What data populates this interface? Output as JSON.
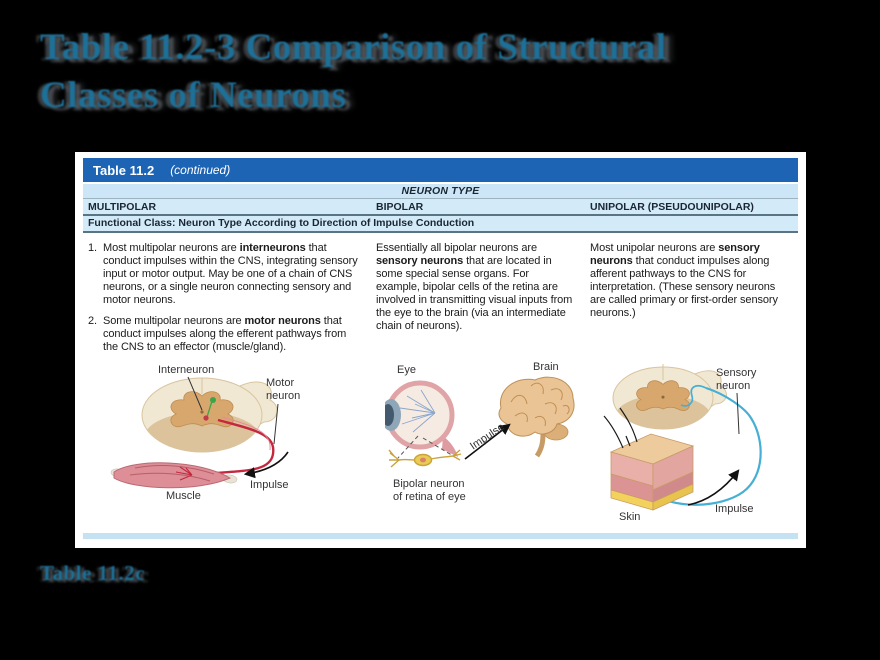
{
  "slide": {
    "title_line1": "Table 11.2-3  Comparison of Structural",
    "title_line2": "Classes of Neurons",
    "caption": "Table 11.2c"
  },
  "table": {
    "titlebar": {
      "title": "Table 11.2",
      "continued": "(continued)"
    },
    "neuron_type_label": "NEURON TYPE",
    "columns": [
      "MULTIPOLAR",
      "BIPOLAR",
      "UNIPOLAR (PSEUDOUNIPOLAR)"
    ],
    "functional_class": "Functional Class: Neuron Type According to Direction of Impulse Conduction",
    "multipolar": {
      "items": [
        {
          "num": "1.",
          "pre": "Most multipolar neurons are ",
          "bold": "interneurons",
          "post": " that conduct impulses within the CNS, integrating sensory input or motor output. May be one of a chain of CNS neurons, or a single neuron connecting sensory and motor neurons."
        },
        {
          "num": "2.",
          "pre": "Some multipolar neurons are ",
          "bold": "motor neurons",
          "post": " that conduct impulses along the efferent pathways from the CNS to an effector (muscle/gland)."
        }
      ]
    },
    "bipolar": {
      "pre": "Essentially all bipolar neurons are ",
      "bold": "sensory neurons",
      "post": " that are located in some special sense organs. For example, bipolar cells of the retina are involved in transmitting visual inputs from the eye to the brain (via an intermediate chain of neurons)."
    },
    "unipolar": {
      "pre": "Most unipolar neurons are ",
      "bold": "sensory neurons",
      "post": " that conduct impulses along afferent pathways to the CNS for interpretation. (These sensory neurons are called primary or first-order sensory neurons.)"
    }
  },
  "illustrations": {
    "multipolar": {
      "interneuron": "Interneuron",
      "motor_line1": "Motor",
      "motor_line2": "neuron",
      "impulse": "Impulse",
      "muscle": "Muscle"
    },
    "bipolar": {
      "eye": "Eye",
      "brain": "Brain",
      "impulse": "Impulse",
      "caption_line1": "Bipolar neuron",
      "caption_line2": "of retina of eye"
    },
    "unipolar": {
      "sensory_line1": "Sensory",
      "sensory_line2": "neuron",
      "skin": "Skin",
      "impulse": "Impulse"
    }
  },
  "colors": {
    "title_teal": "#1d7098",
    "table_header_blue": "#1d64b5",
    "row_light_blue": "#cce6f7",
    "row_alt_blue": "#d3eaf8",
    "rule_dark": "#5b7484",
    "bottom_strip": "#c4e2f1",
    "motor_neuron_red": "#c4283f",
    "interneuron_green": "#3ba549",
    "sensory_neuron_cyan": "#45afd6",
    "bipolar_yellow": "#c9a33b",
    "cord_cream": "#f1e8d4",
    "gray_matter_tan": "#d8a76e"
  }
}
